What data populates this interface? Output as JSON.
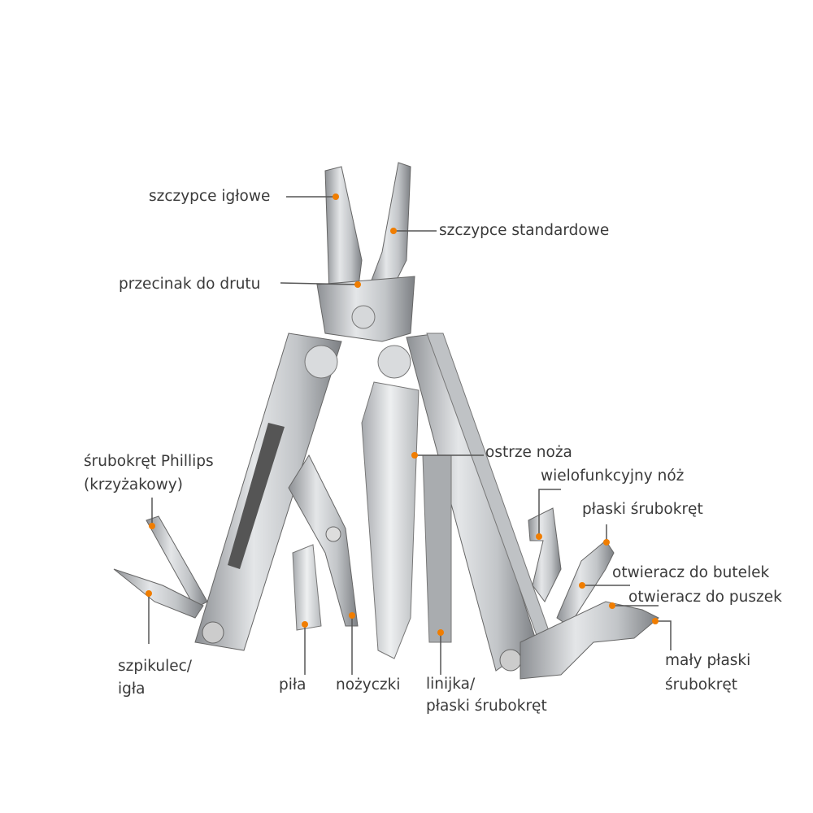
{
  "labels": {
    "needle_nose_pliers": "szczypce igłowe",
    "standard_pliers": "szczypce standardowe",
    "wire_cutter": "przecinak do drutu",
    "knife_blade": "ostrze noża",
    "phillips_line1": "śrubokręt  Phillips",
    "phillips_line2": "(krzyżakowy)",
    "awl_line1": "szpikulec/",
    "awl_line2": "igła",
    "saw": "piła",
    "scissors": "nożyczki",
    "ruler_line1": "linijka/",
    "ruler_line2": "płaski śrubokręt",
    "multi_knife": "wielofunkcyjny nóż",
    "flat_screwdriver": "płaski śrubokręt",
    "bottle_opener": "otwieracz do butelek",
    "can_opener": "otwieracz do puszek",
    "small_flat_line1": "mały płaski",
    "small_flat_line2": "śrubokręt"
  },
  "colors": {
    "marker": "#f07d00",
    "leader": "#555555",
    "text": "#3a3a3a"
  }
}
